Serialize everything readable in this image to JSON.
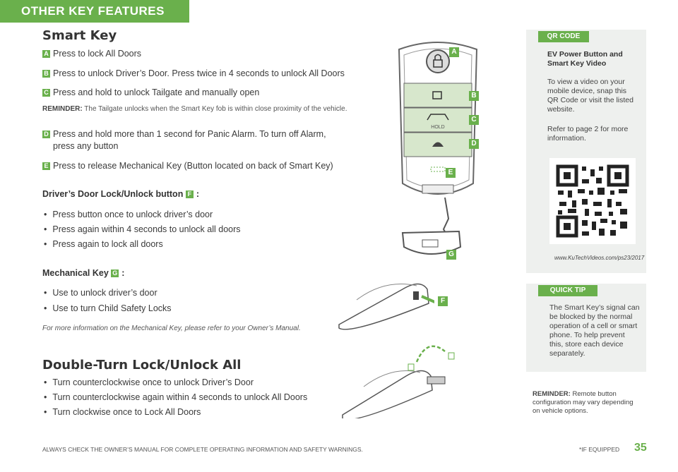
{
  "header": {
    "title": "OTHER KEY FEATURES"
  },
  "smart_key": {
    "heading": "Smart Key",
    "items": [
      {
        "tag": "A",
        "text": "Press to lock All Doors"
      },
      {
        "tag": "B",
        "text": "Press to unlock Driver’s Door. Press twice in 4 seconds to unlock All Doors"
      },
      {
        "tag": "C",
        "text": "Press and hold to unlock Tailgate and manually open"
      }
    ],
    "reminder_label": "REMINDER:",
    "reminder_text": "The Tailgate unlocks when the Smart Key fob is within close proximity of the vehicle.",
    "items2": [
      {
        "tag": "D",
        "text1": "Press and hold more than 1 second for Panic Alarm. To turn off Alarm,",
        "text2": "press any button"
      },
      {
        "tag": "E",
        "text1": "Press to release Mechanical Key (Button located on back of Smart Key)"
      }
    ]
  },
  "driver_door": {
    "heading": "Driver’s Door Lock/Unlock button",
    "tag": "F",
    "colon": ":",
    "bullets": [
      "Press button once to unlock driver’s door",
      "Press again within 4 seconds to unlock all doors",
      "Press again to lock all doors"
    ]
  },
  "mechanical_key": {
    "heading": "Mechanical Key",
    "tag": "G",
    "colon": ":",
    "bullets": [
      "Use to unlock driver’s door",
      "Use to turn Child Safety Locks"
    ],
    "note": "For more information on the Mechanical Key, please refer to your Owner’s Manual."
  },
  "double_turn": {
    "heading": "Double-Turn Lock/Unlock All",
    "bullets": [
      "Turn counterclockwise once to unlock Driver’s Door",
      "Turn counterclockwise again within 4 seconds to unlock All Doors",
      "Turn clockwise once to Lock All Doors"
    ]
  },
  "key_fob": {
    "hold_label": "HOLD",
    "labels": [
      "A",
      "B",
      "C",
      "D",
      "E",
      "G"
    ],
    "handle_label": "F"
  },
  "qr_panel": {
    "tab": "QR CODE",
    "title1": "EV Power Button and",
    "title2": "Smart Key Video",
    "body": [
      "To view a video on your",
      "mobile device, snap this",
      "QR Code or visit the listed",
      "website."
    ],
    "refer": [
      "Refer to page 2 for more",
      "information."
    ],
    "url": "www.KuTechVideos.com/ps23/2017"
  },
  "quick_tip": {
    "tab": "QUICK TIP",
    "lines": [
      "The Smart Key’s signal can",
      "be blocked by the normal",
      "operation of a cell or smart",
      "phone. To help prevent",
      "this, store each device",
      "separately."
    ]
  },
  "side_reminder": {
    "label": "REMINDER:",
    "lines": [
      "Remote button",
      "configuration may vary depending",
      "on vehicle options."
    ]
  },
  "footer": {
    "left": "ALWAYS CHECK THE OWNER’S MANUAL FOR COMPLETE OPERATING INFORMATION AND SAFETY WARNINGS.",
    "right": "*IF EQUIPPED",
    "page": "35"
  },
  "colors": {
    "accent": "#6ab04c",
    "panel": "#eef0ee"
  }
}
